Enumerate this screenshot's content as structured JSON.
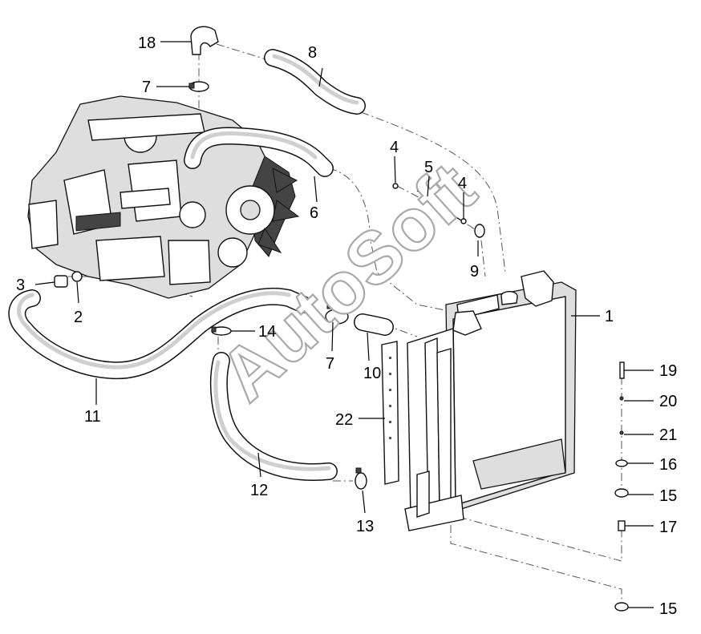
{
  "watermark": "AutoSoft",
  "labels": [
    {
      "id": "l1",
      "text": "1"
    },
    {
      "id": "l2",
      "text": "2"
    },
    {
      "id": "l3",
      "text": "3"
    },
    {
      "id": "l4a",
      "text": "4"
    },
    {
      "id": "l4b",
      "text": "4"
    },
    {
      "id": "l5",
      "text": "5"
    },
    {
      "id": "l6",
      "text": "6"
    },
    {
      "id": "l7a",
      "text": "7"
    },
    {
      "id": "l7b",
      "text": "7"
    },
    {
      "id": "l8",
      "text": "8"
    },
    {
      "id": "l9",
      "text": "9"
    },
    {
      "id": "l10",
      "text": "10"
    },
    {
      "id": "l11",
      "text": "11"
    },
    {
      "id": "l12",
      "text": "12"
    },
    {
      "id": "l13",
      "text": "13"
    },
    {
      "id": "l14",
      "text": "14"
    },
    {
      "id": "l15a",
      "text": "15"
    },
    {
      "id": "l15b",
      "text": "15"
    },
    {
      "id": "l16",
      "text": "16"
    },
    {
      "id": "l17",
      "text": "17"
    },
    {
      "id": "l18",
      "text": "18"
    },
    {
      "id": "l19",
      "text": "19"
    },
    {
      "id": "l20",
      "text": "20"
    },
    {
      "id": "l21",
      "text": "21"
    },
    {
      "id": "l22",
      "text": "22"
    }
  ]
}
